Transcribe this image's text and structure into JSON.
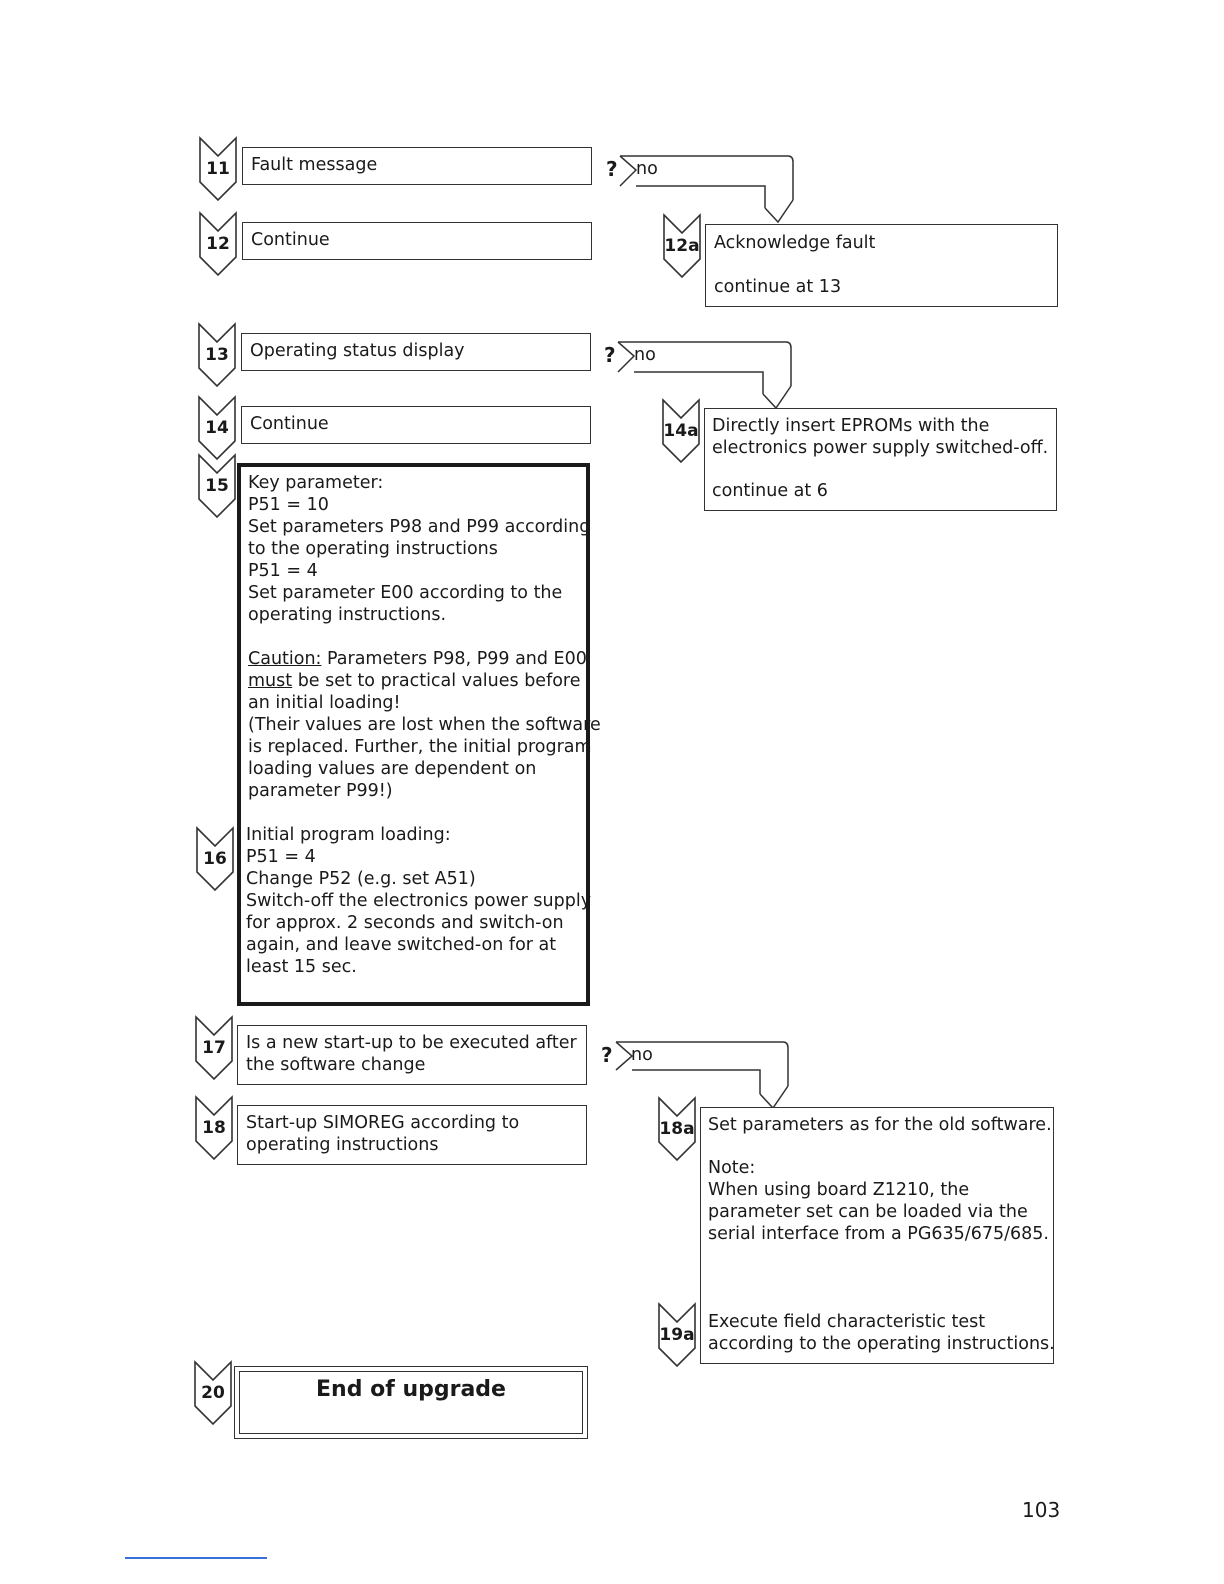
{
  "steps": {
    "s11": {
      "num": "11",
      "text": "Fault message"
    },
    "s12": {
      "num": "12",
      "text": "Continue"
    },
    "s12a": {
      "num": "12a",
      "line1": "Acknowledge fault",
      "line2": "continue at 13"
    },
    "s13": {
      "num": "13",
      "text": "Operating status display"
    },
    "s14": {
      "num": "14",
      "text": "Continue"
    },
    "s14a": {
      "num": "14a",
      "lines": [
        "Directly insert EPROMs with the",
        "electronics power supply switched-off."
      ],
      "cont": "continue at 6"
    },
    "s15": {
      "num": "15",
      "lines": [
        "Key parameter:",
        "P51 = 10",
        "Set parameters P98 and P99 according",
        "to the operating instructions",
        "P51 = 4",
        "Set parameter E00 according to the",
        "operating instructions."
      ],
      "caution_label": "Caution:",
      "caution_rest": " Parameters P98, P99 and E00",
      "must_label": "must",
      "must_rest": " be set to practical values before",
      "caution_lines": [
        "an initial loading!",
        "(Their values are lost when the software",
        "is replaced. Further, the initial program",
        "loading values are dependent on",
        "parameter P99!)"
      ]
    },
    "s16": {
      "num": "16",
      "lines": [
        "Initial program loading:",
        "P51 = 4",
        "Change P52 (e.g. set  A51)",
        "Switch-off the electronics power supply",
        "for approx. 2 seconds and switch-on",
        "again, and leave switched-on for at",
        "least 15 sec."
      ]
    },
    "s17": {
      "num": "17",
      "lines": [
        "Is a new start-up to be executed after",
        "the software change"
      ]
    },
    "s18": {
      "num": "18",
      "lines": [
        "Start-up SIMOREG according to",
        "operating instructions"
      ]
    },
    "s18a": {
      "num": "18a",
      "line1": "Set parameters as for the old software.",
      "note_lines": [
        "Note:",
        "When using board Z1210, the",
        "parameter set can be loaded via the",
        "serial interface from a PG635/675/685."
      ]
    },
    "s19a": {
      "num": "19a",
      "lines": [
        "Execute field characteristic test",
        "according to the operating instructions."
      ]
    },
    "s20": {
      "num": "20",
      "text": "End of upgrade"
    }
  },
  "decision": {
    "q": "?",
    "no": "no"
  },
  "page_number": "103"
}
